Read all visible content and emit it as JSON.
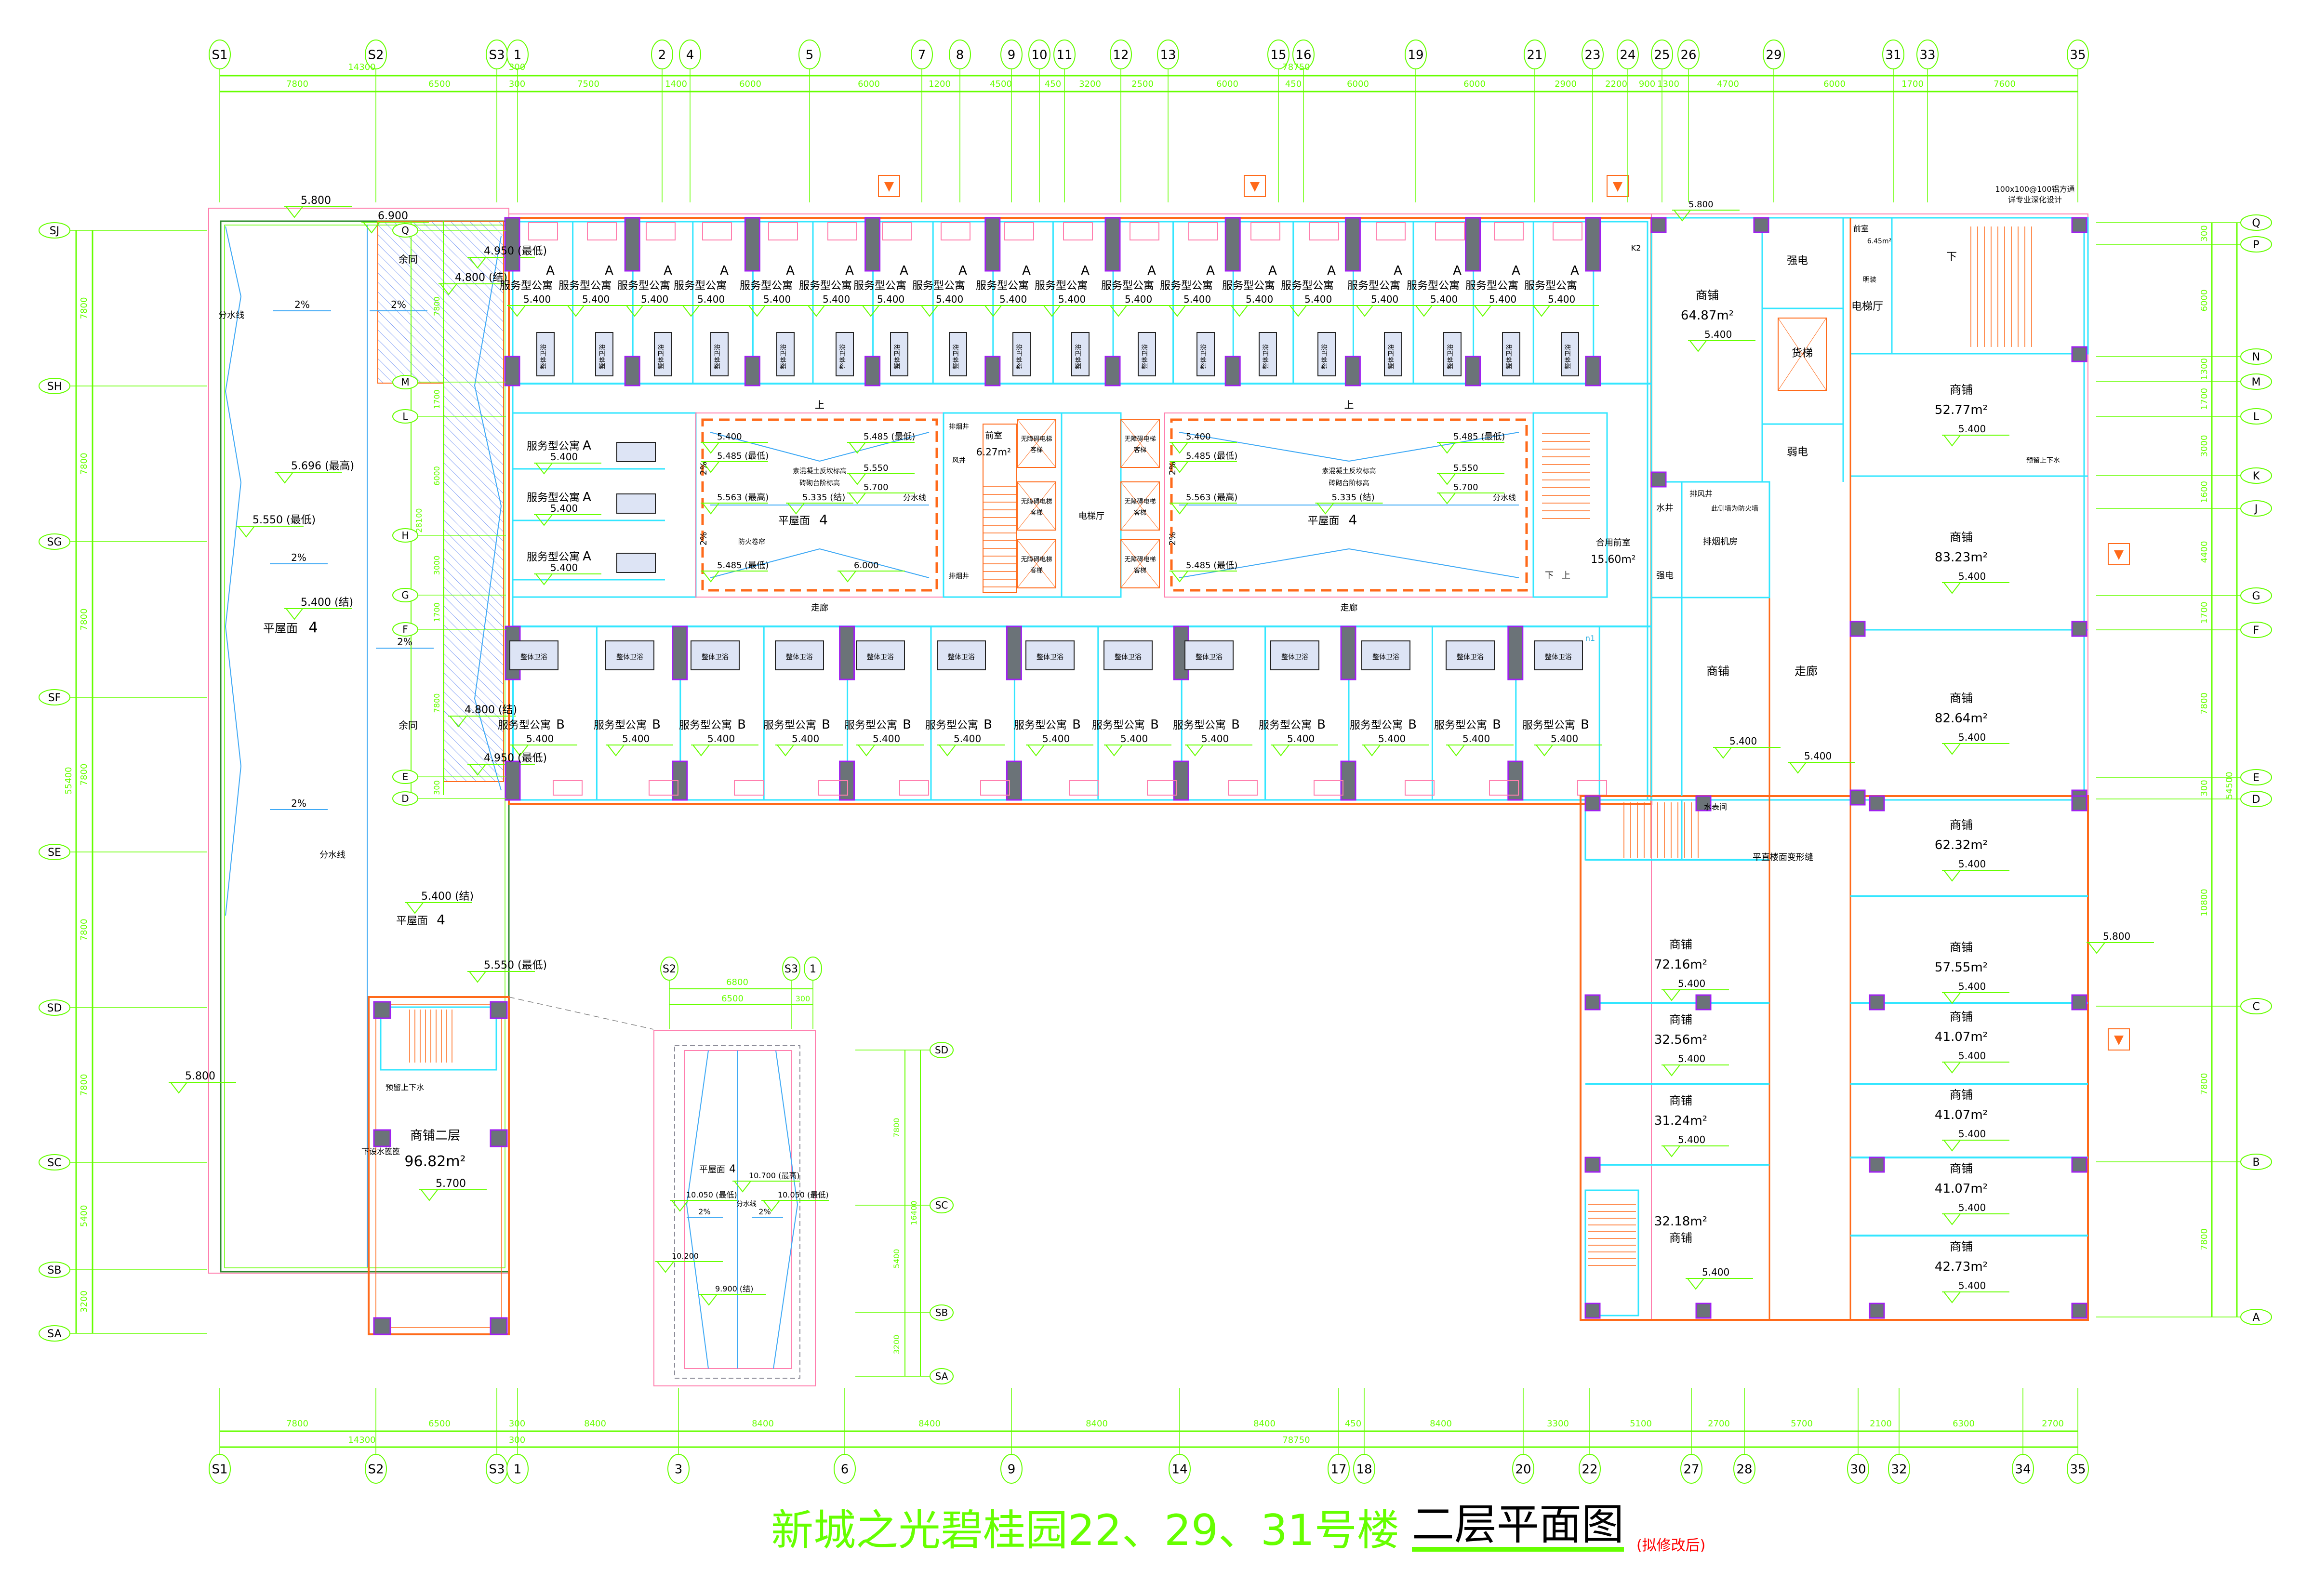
{
  "title": {
    "project": "新城之光碧桂园22、29、31号楼",
    "drawing": "二层平面图",
    "note": "(拟修改后)"
  },
  "axes": {
    "top": [
      "S1",
      "S2",
      "S3",
      "1",
      "2",
      "4",
      "5",
      "7",
      "8",
      "9",
      "10",
      "11",
      "12",
      "13",
      "15",
      "16",
      "19",
      "21",
      "23",
      "24",
      "25",
      "26",
      "29",
      "31",
      "33",
      "35"
    ],
    "bottom": [
      "S1",
      "S2",
      "S3",
      "1",
      "3",
      "6",
      "9",
      "14",
      "17",
      "18",
      "20",
      "22",
      "27",
      "28",
      "30",
      "32",
      "34",
      "35"
    ],
    "left": [
      "SJ",
      "SH",
      "SG",
      "SF",
      "SE",
      "SD",
      "SC",
      "SB",
      "SA"
    ],
    "right": [
      "Q",
      "P",
      "N",
      "M",
      "L",
      "K",
      "J",
      "G",
      "F",
      "E",
      "D",
      "C",
      "B",
      "A"
    ],
    "roof": [
      "Q",
      "M",
      "L",
      "H",
      "G",
      "F",
      "E",
      "D"
    ]
  },
  "dims": {
    "top_row1": [
      "14300",
      "300",
      "78750"
    ],
    "top_row2": [
      "7800",
      "6500",
      "300",
      "7500",
      "1400",
      "6000",
      "6000",
      "1200",
      "4500",
      "450",
      "3200",
      "2500",
      "6000",
      "450",
      "6000",
      "6000",
      "2900",
      "2200",
      "900",
      "1300",
      "4700",
      "6000",
      "1700",
      "7600"
    ],
    "bottom_row1": [
      "7800",
      "6500",
      "300",
      "8400",
      "8400",
      "8400",
      "8400",
      "8400",
      "450",
      "8400",
      "3300",
      "5100",
      "2700",
      "5700",
      "2100",
      "6300",
      "2700"
    ],
    "bottom_row2": [
      "14300",
      "300",
      "78750"
    ],
    "left": [
      "7800",
      "7800",
      "7800",
      "7800",
      "7800",
      "7800",
      "5400",
      "3200"
    ],
    "left_total": "55400",
    "right": [
      "300",
      "6000",
      "1300",
      "1700",
      "3000",
      "1600",
      "4400",
      "1700",
      "7800",
      "300",
      "10800",
      "7800",
      "7800"
    ],
    "right_total": "54500",
    "roof": [
      "7800",
      "1700",
      "6000",
      "3000",
      "1700",
      "7800",
      "300"
    ],
    "roof_total": "28100"
  },
  "rooms": {
    "apartment_a": {
      "name": "服务型公寓",
      "type": "A",
      "elev": "5.400"
    },
    "apartment_b": {
      "name": "服务型公寓",
      "type": "B",
      "elev": "5.400"
    },
    "bath": "整体卫浴",
    "corridor": "走廊",
    "corridor_elev": "5.400"
  },
  "shops": [
    {
      "name": "商铺",
      "area": "64.87m²",
      "elev": "5.400"
    },
    {
      "name": "商铺",
      "area": "52.77m²",
      "elev": "5.400"
    },
    {
      "name": "商铺",
      "area": "83.23m²",
      "elev": "5.400"
    },
    {
      "name": "商铺",
      "area": "82.64m²",
      "elev": "5.400"
    },
    {
      "name": "商铺",
      "area": "62.32m²",
      "elev": "5.400"
    },
    {
      "name": "商铺",
      "area": "57.55m²",
      "elev": "5.400"
    },
    {
      "name": "商铺",
      "area": "41.07m²",
      "elev": "5.400"
    },
    {
      "name": "商铺",
      "area": "41.07m²",
      "elev": "5.400"
    },
    {
      "name": "商铺",
      "area": "41.07m²",
      "elev": "5.400"
    },
    {
      "name": "商铺",
      "area": "42.73m²",
      "elev": "5.400"
    },
    {
      "name": "商铺",
      "area": "72.16m²",
      "elev": "5.400"
    },
    {
      "name": "商铺",
      "area": "32.56m²",
      "elev": "5.400"
    },
    {
      "name": "商铺",
      "area": "31.24m²",
      "elev": "5.400"
    },
    {
      "name": "商铺",
      "area": "32.18m²",
      "elev": "5.400"
    },
    {
      "name": "商铺",
      "area": "",
      "elev": "5.400"
    }
  ],
  "service": {
    "strong_elec": "强电",
    "freight_lift": "货梯",
    "lift_lobby": "电梯厅",
    "weak_elec": "弱电",
    "anteroom": "前室",
    "anteroom_area": "6.45m²",
    "anteroom2_area": "6.27m²",
    "shared_anteroom": "合用前室",
    "shared_anteroom_area": "15.60m²",
    "water_shaft": "水井",
    "exhaust_shaft": "排风井",
    "fire_wall": "此侧墙为防火墙",
    "smoke_room": "排烟机房",
    "expansion_joint": "平直楼面变形缝",
    "accessible_lift": "无障碍电梯",
    "passenger_lift": "客梯",
    "air_shaft": "风井",
    "smoke_shaft": "排烟井",
    "down": "下",
    "up": "上",
    "meter_room": "水表间",
    "reserved_water": "预留上下水",
    "surface_mount": "明装",
    "aluminum_note": "100x100@100铝方通",
    "deepen_note": "详专业深化设计",
    "k2": "K2",
    "n1": "n1",
    "drain_note": "下设水篦篦"
  },
  "roof": {
    "flat_roof": "平屋面",
    "flat_roof_no": "4",
    "slope": "2%",
    "ridge": "分水线",
    "same": "余同",
    "e_5800": "5.800",
    "e_6900": "6.900",
    "e_5550_low": "5.550 (最低)",
    "e_5400_str": "5.400 (结)",
    "e_5696_high": "5.696 (最高)",
    "e_4950_low": "4.950 (最低)",
    "e_4800_str": "4.800 (结)",
    "e_6000": "6.000",
    "e_5563_high": "5.563 (最高)",
    "e_5335_str": "5.335 (结)",
    "e_5485_low": "5.485 (最低)",
    "e_5400": "5.400",
    "e_5550": "5.550",
    "e_5700": "5.700",
    "curb_note": "素混凝土反坎标高",
    "step_note": "砖砌台阶标高",
    "fire_shutter": "防火卷帘",
    "shop2_name": "商铺二层",
    "shop2_area": "96.82m²",
    "shop2_elev": "5.700"
  },
  "inset": {
    "axes_top": [
      "S2",
      "S3",
      "1"
    ],
    "axes_right": [
      "SD",
      "SC",
      "SB",
      "SA"
    ],
    "dim_total": "6800",
    "dim_a": "6500",
    "dim_b": "300",
    "dims_right": [
      "7800",
      "5400",
      "3200"
    ],
    "dim_right_total": "16400",
    "flat_roof": "平屋面",
    "flat_roof_no": "4",
    "e_high": "10.700 (最高)",
    "e_low": "10.050 (最低)",
    "e_10200": "10.200",
    "e_str": "9.900 (结)",
    "slope": "2%",
    "ridge": "分水线"
  },
  "colors": {
    "wall": "#33e6ff",
    "finish": "#ff6a1a",
    "dimension": "#66ff00",
    "outline": "#ff7fae",
    "column": "#6b7378",
    "column_edge": "#a020f0",
    "roof_line": "#3fa9f5"
  }
}
